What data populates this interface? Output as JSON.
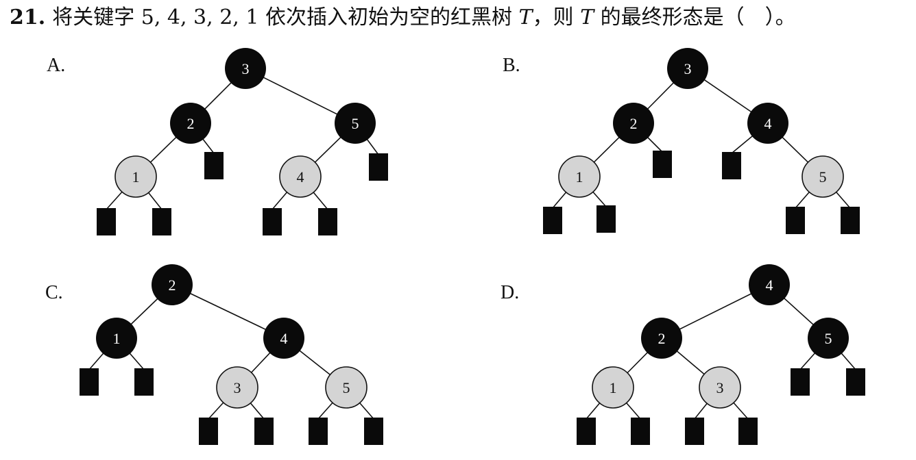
{
  "question": {
    "number": "21.",
    "p1": "将关键字 5, 4, 3, 2, 1 依次插入初始为空的红黑树 ",
    "var1": "T",
    "p2": "，则 ",
    "var2": "T",
    "p3": " 的最终形态是（　）。"
  },
  "options": [
    {
      "label": "A.",
      "nodes": [
        {
          "id": "n3",
          "key": "3",
          "color": "black"
        },
        {
          "id": "n2",
          "key": "2",
          "color": "black"
        },
        {
          "id": "n5",
          "key": "5",
          "color": "black"
        },
        {
          "id": "n1",
          "key": "1",
          "color": "red"
        },
        {
          "id": "n4",
          "key": "4",
          "color": "red"
        }
      ]
    },
    {
      "label": "B.",
      "nodes": [
        {
          "id": "n3",
          "key": "3",
          "color": "black"
        },
        {
          "id": "n2",
          "key": "2",
          "color": "black"
        },
        {
          "id": "n4",
          "key": "4",
          "color": "black"
        },
        {
          "id": "n1",
          "key": "1",
          "color": "red"
        },
        {
          "id": "n5",
          "key": "5",
          "color": "red"
        }
      ]
    },
    {
      "label": "C.",
      "nodes": [
        {
          "id": "n2",
          "key": "2",
          "color": "black"
        },
        {
          "id": "n1",
          "key": "1",
          "color": "black"
        },
        {
          "id": "n4",
          "key": "4",
          "color": "black"
        },
        {
          "id": "n3",
          "key": "3",
          "color": "red"
        },
        {
          "id": "n5",
          "key": "5",
          "color": "red"
        }
      ]
    },
    {
      "label": "D.",
      "nodes": [
        {
          "id": "n4",
          "key": "4",
          "color": "black"
        },
        {
          "id": "n2",
          "key": "2",
          "color": "black"
        },
        {
          "id": "n5",
          "key": "5",
          "color": "black"
        },
        {
          "id": "n1",
          "key": "1",
          "color": "red"
        },
        {
          "id": "n3",
          "key": "3",
          "color": "red"
        }
      ]
    }
  ]
}
